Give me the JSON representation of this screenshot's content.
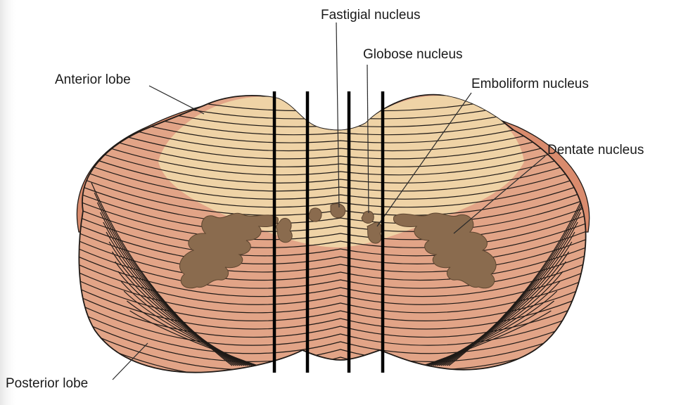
{
  "labels": {
    "fastigial": "Fastigial nucleus",
    "globose": "Globose nucleus",
    "emboliform": "Emboliform nucleus",
    "dentate": "Dentate nucleus",
    "anterior": "Anterior lobe",
    "posterior": "Posterior lobe"
  },
  "colors": {
    "posterior_fill": "#e2a487",
    "anterior_fill": "#efd3a6",
    "folia_edge": "#cf8468",
    "nucleus_fill": "#8a6b4e",
    "folia_line": "#1f1a17",
    "section_line": "#000000"
  }
}
